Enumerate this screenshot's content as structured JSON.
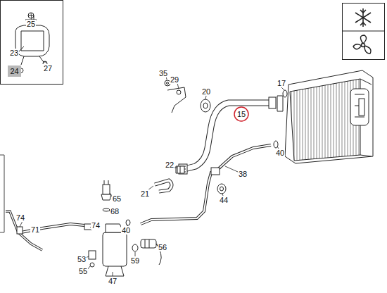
{
  "diagram": {
    "nodes": [
      {
        "text": [
          "24"
        ]
      },
      {
        "text": [
          "15"
        ]
      }
    ],
    "labels": [
      "25",
      "23",
      "27",
      "35",
      "29",
      "20",
      "17",
      "40",
      "22",
      "21",
      "38",
      "44",
      "65",
      "68",
      "74",
      "71",
      "74",
      "40",
      "53",
      "55",
      "47",
      "56",
      "59"
    ]
  }
}
